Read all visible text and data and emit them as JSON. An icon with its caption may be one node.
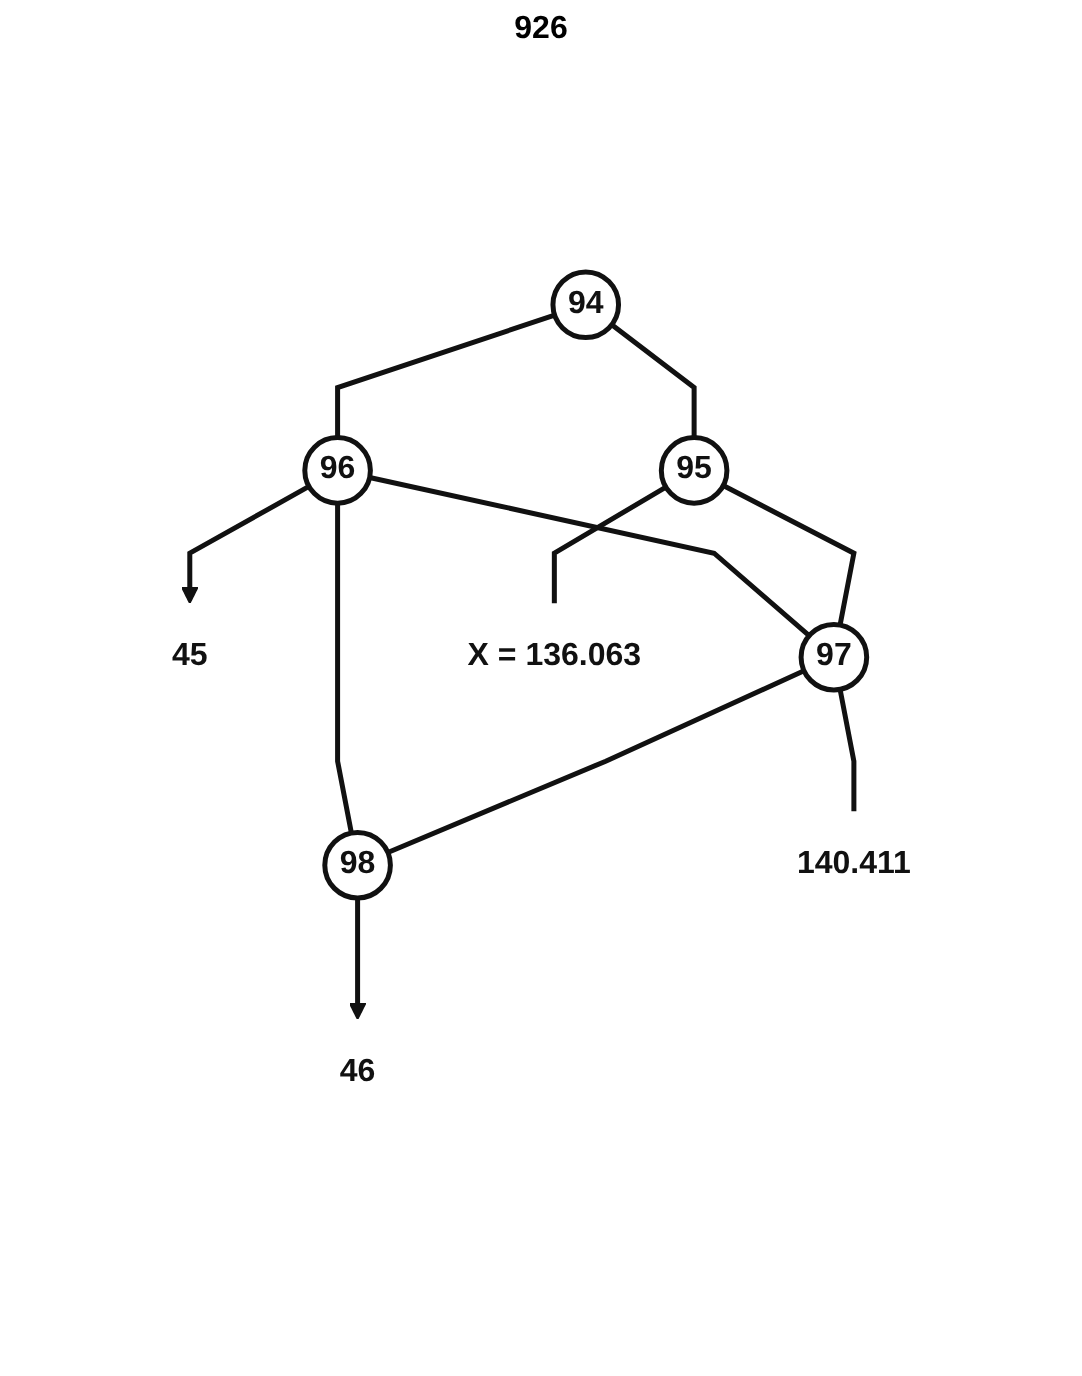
{
  "diagram": {
    "nodes": [
      {
        "text": [
          "45"
        ]
      },
      {
        "text": [
          "46"
        ]
      },
      {
        "text": [
          "94"
        ]
      },
      {
        "text": [
          "96"
        ]
      },
      {
        "text": [
          "98"
        ]
      },
      {
        "text": [
          "97"
        ]
      },
      {
        "text": [
          "95"
        ]
      },
      {
        "text": [
          "X = 136.063"
        ]
      },
      {
        "text": [
          "140.411"
        ]
      }
    ],
    "edges": [
      {
        "from": 3,
        "to": 0,
        "arrow": "to"
      },
      {
        "from": 4,
        "to": 1,
        "arrow": "to"
      },
      {
        "from": 2,
        "to": 3,
        "arrow": "none"
      },
      {
        "from": 2,
        "to": 6,
        "arrow": "none"
      },
      {
        "from": 3,
        "to": 5,
        "arrow": "none"
      },
      {
        "from": 3,
        "to": 4,
        "arrow": "none"
      },
      {
        "from": 5,
        "to": 4,
        "arrow": "none"
      },
      {
        "from": 6,
        "to": 5,
        "arrow": "none"
      },
      {
        "from": 6,
        "to": 7,
        "arrow": "none"
      },
      {
        "from": 5,
        "to": 8,
        "arrow": "none"
      }
    ],
    "labels": [
      "926"
    ]
  }
}
